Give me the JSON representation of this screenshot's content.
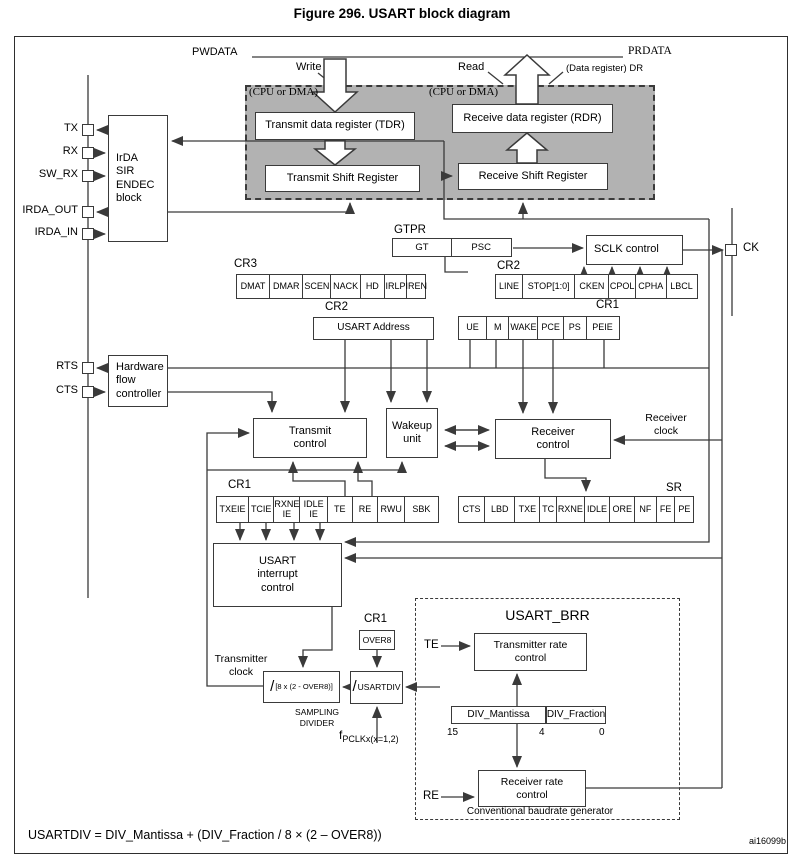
{
  "figure": {
    "title": "Figure 296. USART block diagram",
    "formula": "USARTDIV = DIV_Mantissa + (DIV_Fraction / 8 × (2 – OVER8))",
    "code": "ai16099b"
  },
  "top": {
    "pwdata": "PWDATA",
    "prdata": "PRDATA",
    "write": "Write",
    "read": "Read",
    "data_register": "(Data register) DR",
    "cpu_dma": "(CPU or DMA)",
    "tdr": "Transmit data register (TDR)",
    "rdr": "Receive data register (RDR)",
    "tsr": "Transmit Shift Register",
    "rsr": "Receive Shift Register"
  },
  "pins": {
    "tx": "TX",
    "rx": "RX",
    "sw_rx": "SW_RX",
    "irda_out": "IRDA_OUT",
    "irda_in": "IRDA_IN",
    "rts": "RTS",
    "cts": "CTS",
    "ck": "CK"
  },
  "blocks": {
    "irda": [
      "IrDA",
      "SIR",
      "ENDEC",
      "block"
    ],
    "hw_flow": [
      "Hardware",
      "flow",
      "controller"
    ],
    "sclk_control": "SCLK control",
    "transmit_control": [
      "Transmit",
      "control"
    ],
    "wakeup": [
      "Wakeup",
      "unit"
    ],
    "receiver_control": [
      "Receiver",
      "control"
    ],
    "receiver_clock": [
      "Receiver",
      "clock"
    ],
    "usart_interrupt": [
      "USART",
      "interrupt",
      "control"
    ],
    "transmitter_clock": [
      "Transmitter",
      "clock"
    ],
    "sampling_slash": "/",
    "sampling_expr": "[8 x (2 - OVER8)]",
    "sampling_caption": [
      "SAMPLING",
      "DIVIDER"
    ],
    "usartdiv_slash": "/",
    "usartdiv": "USARTDIV",
    "fpclk_f": "f",
    "fpclk_sub": "PCLKx(x=1,2)"
  },
  "registers": {
    "gtpr": {
      "label": "GTPR",
      "cells": [
        "GT",
        "PSC"
      ]
    },
    "cr3": {
      "label": "CR3",
      "cells": [
        "DMAT",
        "DMAR",
        "SCEN",
        "NACK",
        "HD",
        "IRLP",
        "IREN"
      ]
    },
    "cr2_top": {
      "label": "CR2",
      "cells": [
        "LINE",
        "STOP[1:0]",
        "CKEN",
        "CPOL",
        "CPHA",
        "LBCL"
      ]
    },
    "cr2_addr": {
      "label": "CR2",
      "value": "USART Address"
    },
    "cr1_top": {
      "label": "CR1",
      "cells": [
        "UE",
        "M",
        "WAKE",
        "PCE",
        "PS",
        "PEIE"
      ]
    },
    "cr1_mid": {
      "label": "CR1",
      "cells": [
        "TXEIE",
        "TCIE",
        "RXNE IE",
        "IDLE IE",
        "TE",
        "RE",
        "RWU",
        "SBK"
      ]
    },
    "sr": {
      "label": "SR",
      "cells": [
        "CTS",
        "LBD",
        "TXE",
        "TC",
        "RXNE",
        "IDLE",
        "ORE",
        "NF",
        "FE",
        "PE"
      ]
    },
    "cr1_over8": {
      "label": "CR1",
      "cell": "OVER8"
    }
  },
  "brr": {
    "title": "USART_BRR",
    "te": "TE",
    "re": "RE",
    "tx_rate": [
      "Transmitter rate",
      "control"
    ],
    "rx_rate": [
      "Receiver rate",
      "control"
    ],
    "mantissa": "DIV_Mantissa",
    "fraction": "DIV_Fraction",
    "bits": [
      "15",
      "4",
      "0"
    ],
    "caption": "Conventional baudrate generator"
  }
}
